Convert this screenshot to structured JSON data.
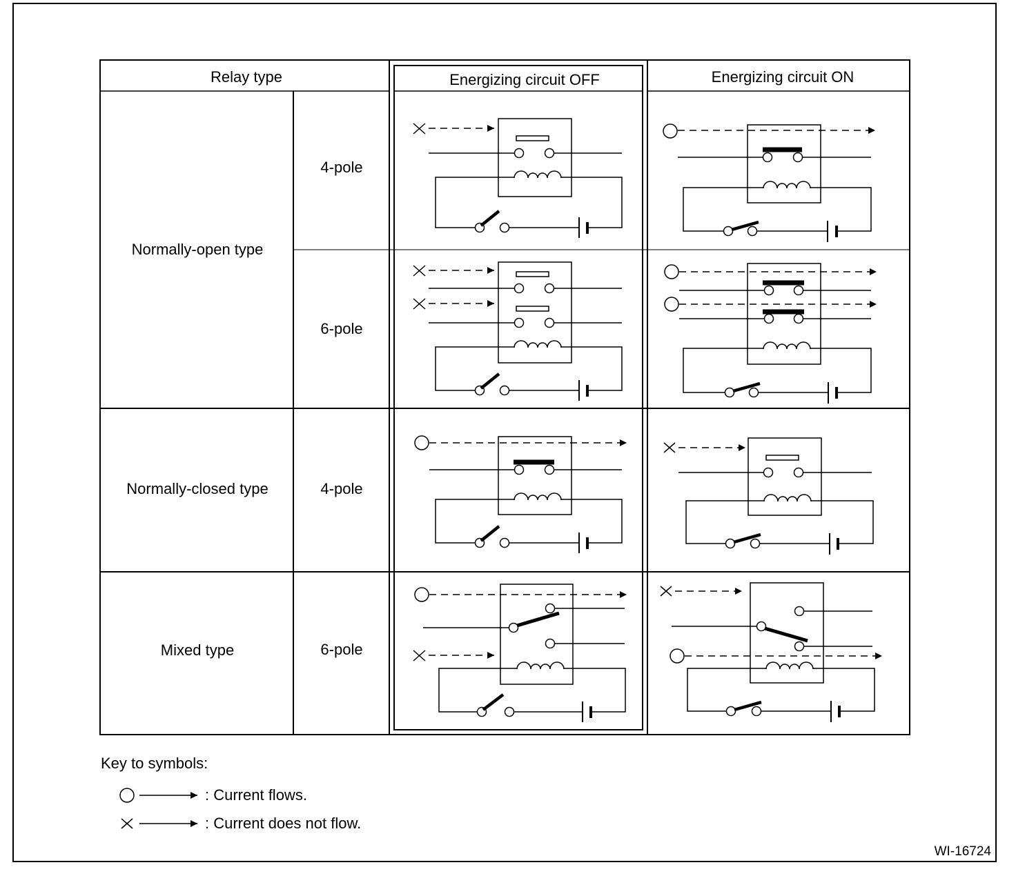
{
  "header": {
    "relay_type": "Relay type",
    "off": "Energizing circuit OFF",
    "on": "Energizing circuit ON"
  },
  "rows": {
    "normally_open": "Normally-open type",
    "normally_closed": "Normally-closed type",
    "mixed": "Mixed type",
    "pole4": "4-pole",
    "pole6": "6-pole"
  },
  "key": {
    "title": "Key to symbols:",
    "flows": ": Current flows.",
    "no_flow": ": Current does not flow."
  },
  "figure_code": "WI-16724"
}
